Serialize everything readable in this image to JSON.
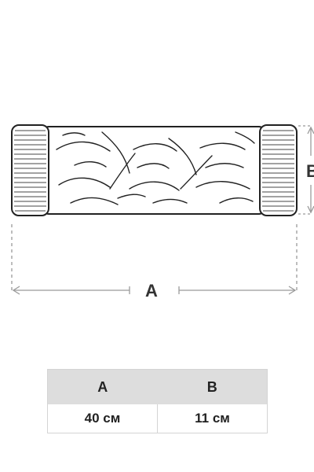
{
  "diagram": {
    "product": "knitted-headband",
    "dimension_labels": {
      "width": "A",
      "height": "B"
    }
  },
  "size_table": {
    "headers": [
      "A",
      "B"
    ],
    "values": [
      "40 см",
      "11 см"
    ]
  },
  "colors": {
    "line": "#222222",
    "dimension": "#9a9a9a",
    "table_header_bg": "#dddddd",
    "table_border": "#d4d4d4"
  }
}
